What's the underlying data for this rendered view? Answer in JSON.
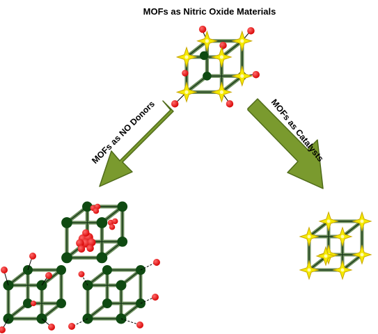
{
  "title": "MOFs as Nitric Oxide Materials",
  "arrows": {
    "left": {
      "label": "MOFs as NO Donors"
    },
    "right": {
      "label": "MOFs as Catalysts"
    }
  },
  "colors": {
    "frame": "#1c3d1c",
    "frame_light": "#6e8f5e",
    "node": "#0f4a12",
    "no_sphere": "#e60000",
    "star_fill": "#f5ea00",
    "star_edge": "#c9a800",
    "arrow_fill": "#7a9a2e",
    "arrow_edge": "#4f6b1a"
  },
  "icons": [
    "mof-cube-icon",
    "no-molecule-icon",
    "catalyst-star-icon"
  ]
}
